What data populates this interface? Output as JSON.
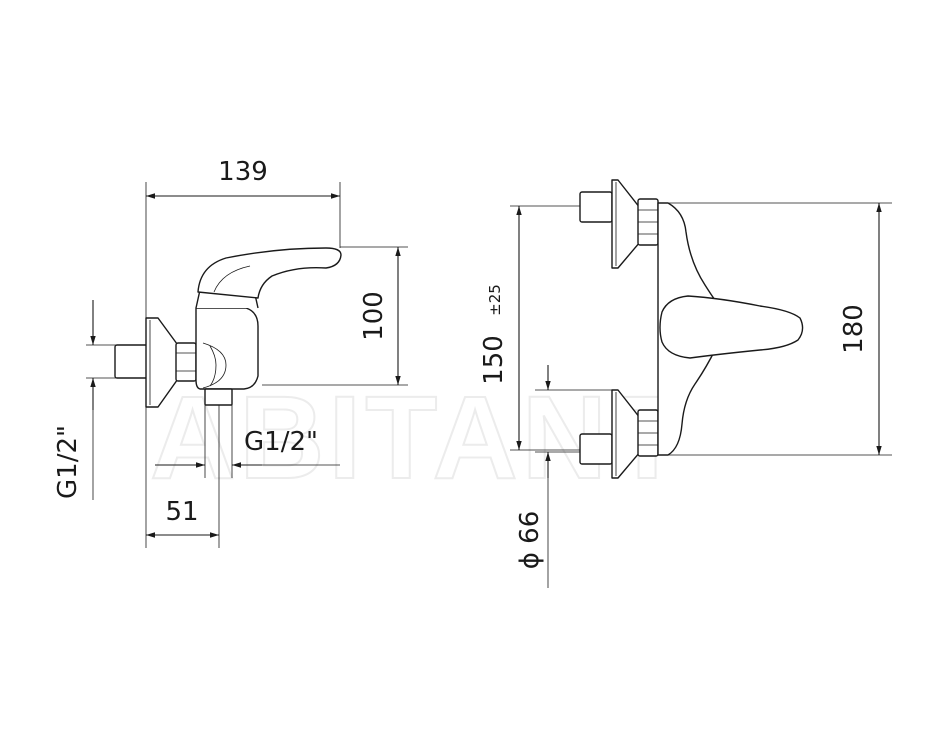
{
  "drawing": {
    "watermark": "ABITANT",
    "side_view": {
      "dim_width": "139",
      "dim_height": "100",
      "dim_depth": "51",
      "inlet_thread": "G1/2\"",
      "outlet_thread": "G1/2\""
    },
    "front_view": {
      "dim_centers": "150",
      "dim_centers_tolerance": "±25",
      "dim_height": "180",
      "dim_rosette": "ϕ 66"
    }
  },
  "colors": {
    "line": "#1a1a1a",
    "watermark": "#ececec",
    "background": "#ffffff"
  }
}
